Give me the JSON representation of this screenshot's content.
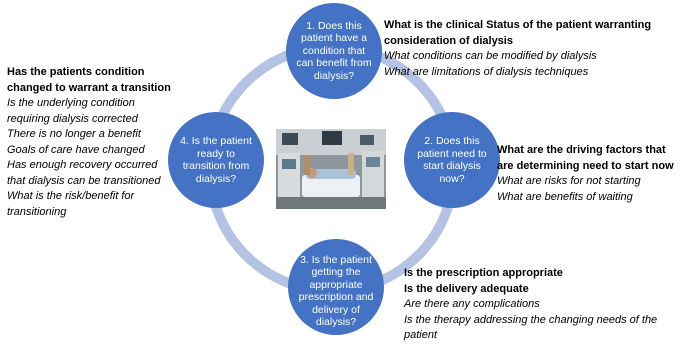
{
  "nodes": [
    {
      "label": "1. Does this patient have a condition that can benefit from dialysis?"
    },
    {
      "label": "2. Does this patient need to start dialysis now?"
    },
    {
      "label": "3. Is the patient getting the appropriate prescription and delivery of dialysis?"
    },
    {
      "label": "4. Is the patient ready to transition from dialysis?"
    }
  ],
  "blocks": [
    {
      "headings": [
        "What is the clinical Status of the patient warranting consideration of dialysis"
      ],
      "items": [
        "What conditions can be modified by dialysis",
        "What are limitations of dialysis techniques"
      ]
    },
    {
      "headings": [
        "What are the driving factors that are determining need to start now"
      ],
      "items": [
        "What are risks for not starting",
        "What are benefits of waiting"
      ]
    },
    {
      "headings": [
        "Is the prescription  appropriate",
        "Is the delivery adequate"
      ],
      "items": [
        "Are there any complications",
        "Is the therapy addressing the changing needs of the patient"
      ]
    },
    {
      "headings": [
        "Has the patients condition changed to warrant a transition"
      ],
      "items": [
        "Is the underlying condition requiring dialysis corrected",
        "There is no longer a benefit",
        "Goals of care have changed",
        "Has enough recovery occurred that dialysis can be transitioned",
        "What is the risk/benefit for transitioning"
      ]
    }
  ],
  "colors": {
    "node": "#4472c4",
    "ring": "#b4c3e3"
  },
  "photo": "hospital-dialysis-room"
}
